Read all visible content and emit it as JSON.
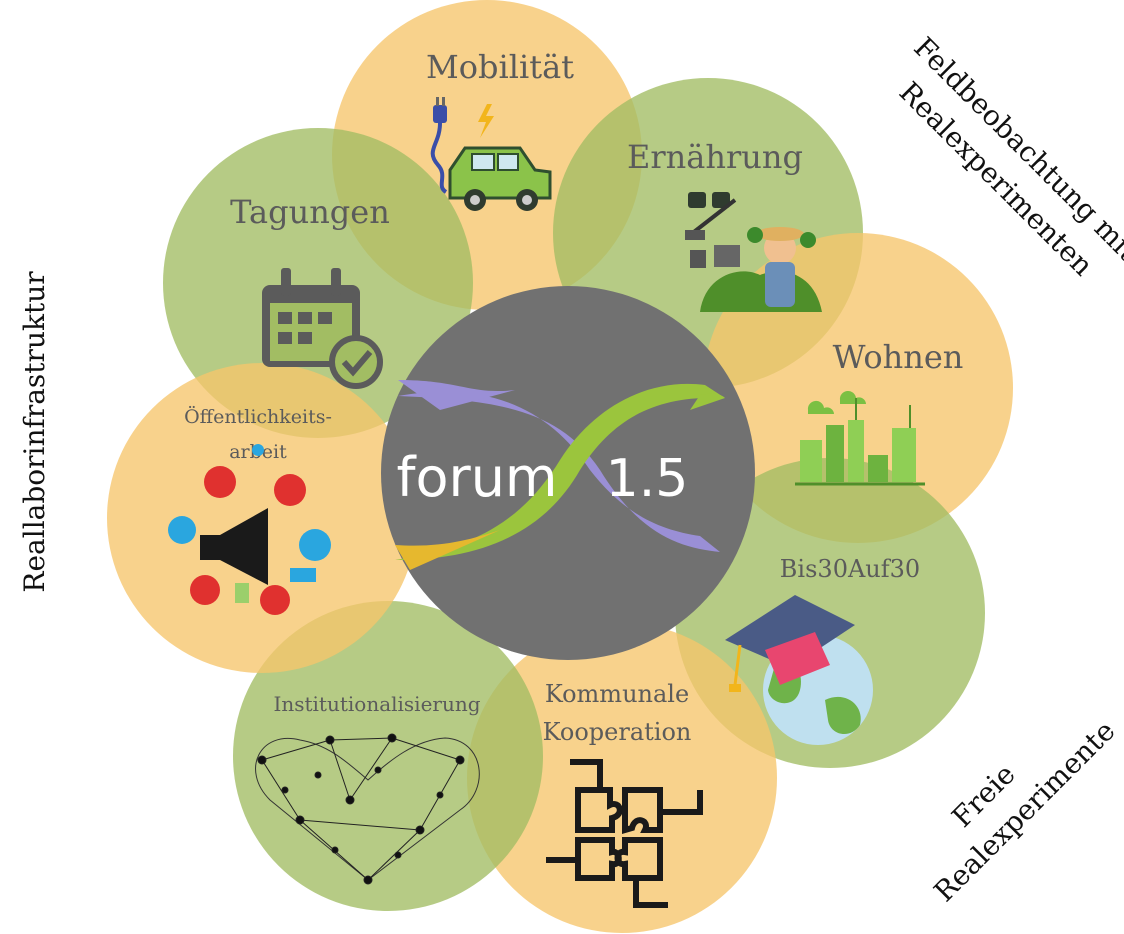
{
  "center": {
    "logo_word": "forum",
    "logo_number": "1.5",
    "fill": "#717171"
  },
  "petals": [
    {
      "label": "Mobilität",
      "color": "#f6c56c",
      "icon": "electric-car-icon"
    },
    {
      "label": "Ernährung",
      "color": "#a2bd63",
      "icon": "farmer-garden-icon"
    },
    {
      "label": "Wohnen",
      "color": "#f6c56c",
      "icon": "green-city-icon"
    },
    {
      "label": "Bis30Auf30",
      "color": "#a2bd63",
      "icon": "graduation-globe-icon"
    },
    {
      "label_line1": "Kommunale",
      "label_line2": "Kooperation",
      "color": "#f6c56c",
      "icon": "puzzle-hands-icon"
    },
    {
      "label": "Institutionalisierung",
      "color": "#a2bd63",
      "icon": "network-heart-icon"
    },
    {
      "label_line1": "Öffentlichkeits-",
      "label_line2": "arbeit",
      "color": "#f6c56c",
      "icon": "megaphone-social-icon"
    },
    {
      "label": "Tagungen",
      "color": "#a2bd63",
      "icon": "calendar-check-icon"
    }
  ],
  "side_labels": {
    "left": "Reallaborinfrastruktur",
    "top_right_line1": "Feldbeobachtung mit",
    "top_right_line2": "Realexperimenten",
    "bottom_right_line1": "Freie",
    "bottom_right_line2": "Realexperimente"
  }
}
